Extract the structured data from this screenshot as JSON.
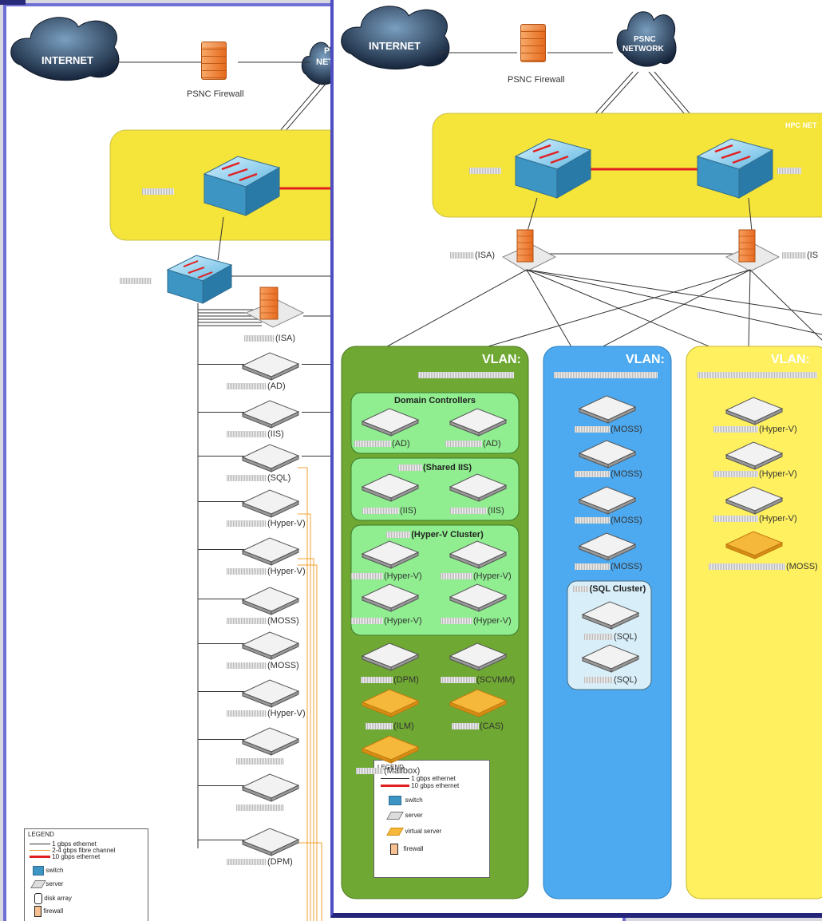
{
  "clouds": {
    "internet": "INTERNET",
    "psnc_network_line1": "PSNC",
    "psnc_network_line2": "NETWORK",
    "left_partial_line1": "P",
    "left_partial_line2": "NET"
  },
  "firewall_label": "PSNC Firewall",
  "hpc_network_label": "HPC NET",
  "server_roles": {
    "isa": "(ISA)",
    "ad": "(AD)",
    "iis": "(IIS)",
    "sql": "(SQL)",
    "hyperv": "(Hyper-V)",
    "moss": "(MOSS)",
    "dpm": "(DPM)",
    "is_partial": "(IS",
    "ilm": "(ILM)",
    "cas": "(CAS)",
    "scvmm": "(SCVMM)",
    "mailbox": "(Mailbox)"
  },
  "vlans": {
    "title": "VLAN:"
  },
  "groups": {
    "domain_controllers": "Domain Controllers",
    "shared_iis": "(Shared IIS)",
    "hyperv_cluster": "(Hyper-V Cluster)",
    "sql_cluster": "(SQL Cluster)"
  },
  "legend_left": {
    "title": "LEGEND",
    "items": [
      "1 gbps ethernet",
      "2-4 gbps fibre channel",
      "10 gbps ethernet",
      "switch",
      "server",
      "disk array",
      "firewall"
    ]
  },
  "legend_right": {
    "title": "LEGEND",
    "items": [
      "1 gbps ethernet",
      "10 gbps ethernet",
      "switch",
      "server",
      "virtual server",
      "firewall"
    ]
  },
  "colors": {
    "frame_left": "#6f6fd6",
    "frame_right": "#24247a",
    "vlan_green": "#6fa832",
    "group_green": "#90ee90",
    "vlan_blue": "#4eaaf0",
    "vlan_yellow": "#fff060",
    "hpc_yellow": "#f5e43a",
    "link_10g": "#e02020",
    "link_fibre": "#f0a030",
    "link_1g": "#333333"
  }
}
